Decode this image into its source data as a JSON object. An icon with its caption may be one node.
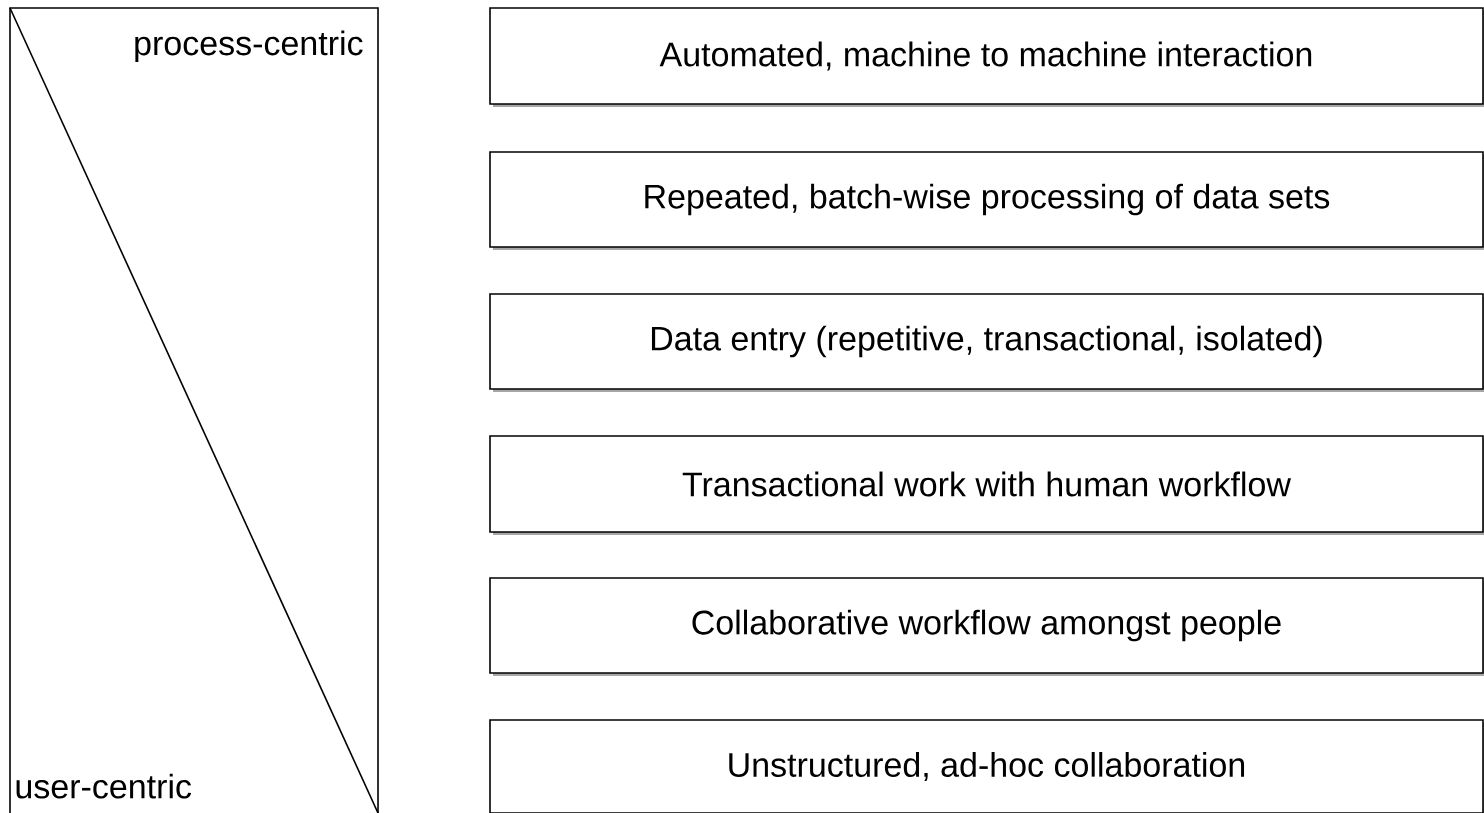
{
  "diagram": {
    "nodes": [
      {
        "text": [
          "process-centric",
          "user-centric"
        ]
      },
      {
        "text": [
          "Automated, machine to machine interaction"
        ]
      },
      {
        "text": [
          "Repeated, batch-wise processing of data sets"
        ]
      },
      {
        "text": [
          "Data entry (repetitive, transactional, isolated)"
        ]
      },
      {
        "text": [
          "Transactional work with human workflow"
        ]
      },
      {
        "text": [
          "Collaborative workflow amongst people"
        ]
      },
      {
        "text": [
          "Unstructured, ad-hoc collaboration"
        ]
      }
    ]
  }
}
